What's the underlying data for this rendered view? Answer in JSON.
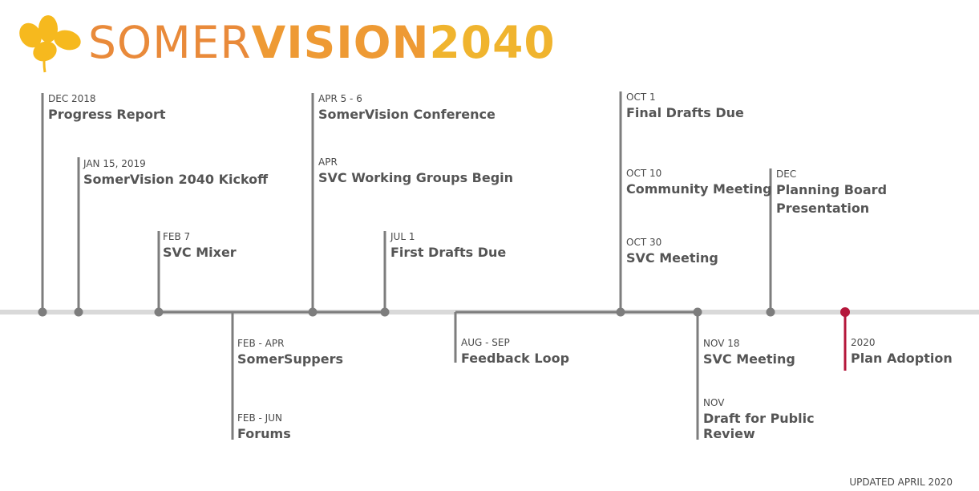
{
  "title": {
    "part1": "SOMER",
    "part2": "VISION",
    "part3": "2040"
  },
  "colors": {
    "line": "#d9d9d9",
    "branch": "#7d7d7d",
    "accent": "#b5173b",
    "logo": "#f6b91e"
  },
  "events": {
    "e1": {
      "date": "DEC 2018",
      "label": "Progress Report"
    },
    "e2": {
      "date": "JAN 15, 2019",
      "label": "SomerVision 2040 Kickoff"
    },
    "e3": {
      "date": "FEB 7",
      "label": "SVC Mixer"
    },
    "e4": {
      "date": "FEB - APR",
      "label": "SomerSuppers"
    },
    "e5": {
      "date": "FEB - JUN",
      "label": "Forums"
    },
    "e6": {
      "date": "APR 5 - 6",
      "label": "SomerVision Conference"
    },
    "e7": {
      "date": "APR",
      "label": "SVC Working Groups Begin"
    },
    "e8": {
      "date": "JUL 1",
      "label": "First Drafts Due"
    },
    "e9": {
      "date": "AUG - SEP",
      "label": "Feedback Loop"
    },
    "e10": {
      "date": "OCT 1",
      "label": "Final Drafts Due"
    },
    "e11": {
      "date": "OCT 10",
      "label": "Community Meeting"
    },
    "e12": {
      "date": "OCT 30",
      "label": "SVC Meeting"
    },
    "e13": {
      "date": "NOV 18",
      "label": "SVC Meeting"
    },
    "e14": {
      "date": "NOV",
      "label_line1": "Draft for Public",
      "label_line2": "Review"
    },
    "e15": {
      "date": "DEC",
      "label_line1": "Planning Board",
      "label_line2": "Presentation"
    },
    "e16": {
      "date": "2020",
      "label": "Plan Adoption"
    }
  },
  "footer": "UPDATED APRIL 2020"
}
